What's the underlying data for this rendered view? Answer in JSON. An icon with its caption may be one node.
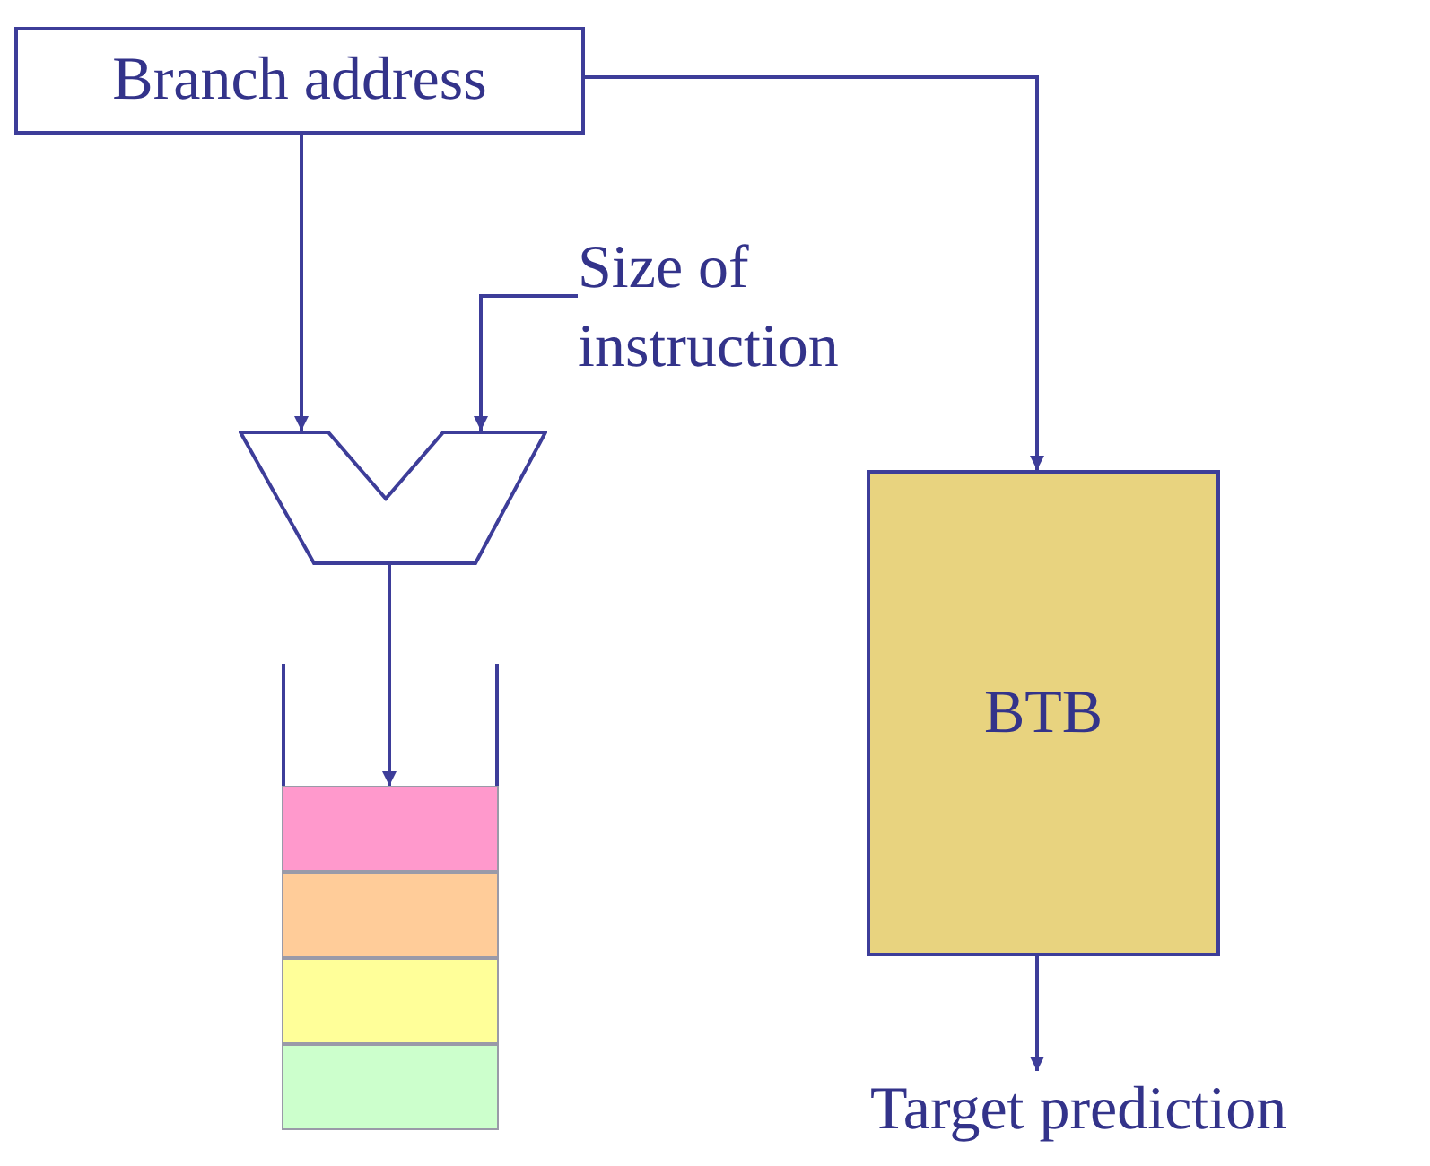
{
  "diagram": {
    "nodes": [
      {
        "text": [
          "Branch address"
        ]
      },
      {
        "text": [
          "Size of instruction"
        ]
      },
      {
        "text": [],
        "shape": "adder"
      },
      {
        "text": [],
        "shape": "stack"
      },
      {
        "text": [],
        "shape": "box",
        "in": 3
      },
      {
        "text": [],
        "shape": "box",
        "in": 3
      },
      {
        "text": [],
        "shape": "box",
        "in": 3
      },
      {
        "text": [],
        "shape": "box",
        "in": 3
      },
      {
        "text": [
          "BTB"
        ]
      },
      {
        "text": [
          "Target prediction"
        ]
      }
    ],
    "edges": [
      {
        "from": 0,
        "to": 2,
        "arrow": "to"
      },
      {
        "from": 1,
        "to": 2,
        "arrow": "to"
      },
      {
        "from": 0,
        "to": 8,
        "arrow": "to"
      },
      {
        "from": 2,
        "to": 4,
        "arrow": "to"
      },
      {
        "from": 8,
        "to": 9,
        "arrow": "to"
      }
    ]
  }
}
